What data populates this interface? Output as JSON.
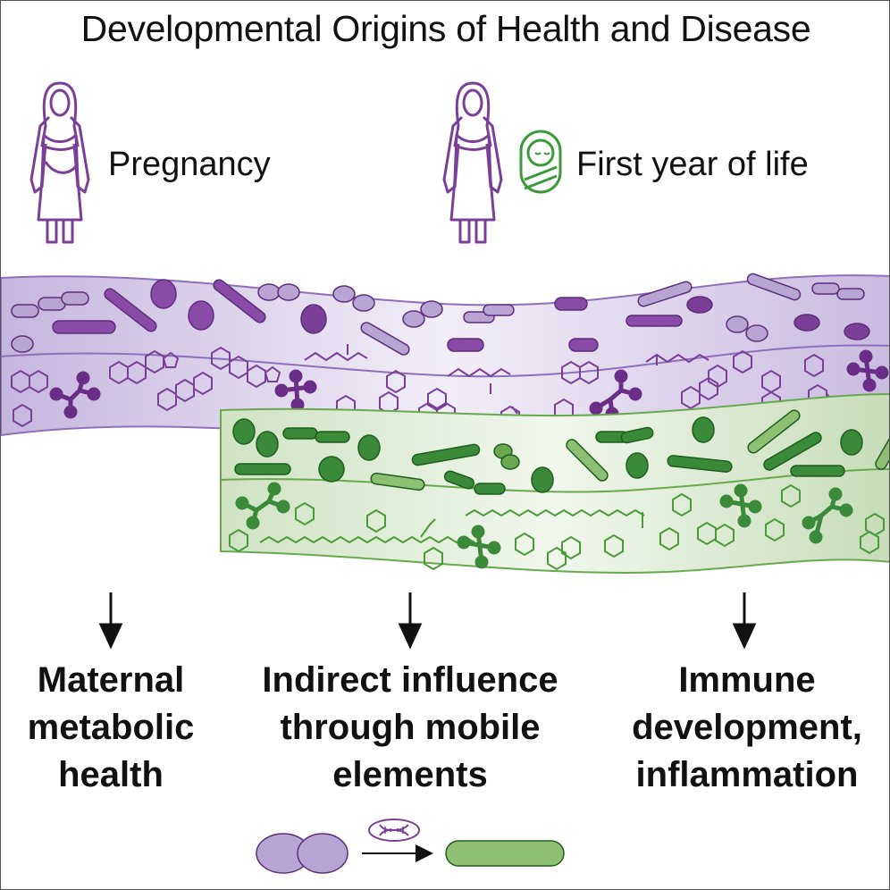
{
  "title": "Developmental Origins of Health and Disease",
  "periods": [
    {
      "label": "Pregnancy",
      "icon": "mother-icon"
    },
    {
      "label": "First year of life",
      "icons": [
        "mother-icon",
        "infant-icon"
      ]
    }
  ],
  "outcomes": [
    {
      "lines": [
        "Maternal",
        "metabolic",
        "health"
      ]
    },
    {
      "lines": [
        "Indirect influence",
        "through mobile",
        "elements"
      ]
    },
    {
      "lines": [
        "Immune",
        "development,",
        "inflammation"
      ]
    }
  ],
  "legend": {
    "icons": [
      "bacterium-diplococcus-icon",
      "dna-icon",
      "bacterium-rod-icon"
    ]
  },
  "colors": {
    "maternal": "#7b3f98",
    "maternal_light": "#b9a5d3",
    "infant": "#3a8a3a",
    "infant_light": "#8fbf73",
    "text": "#111111"
  }
}
